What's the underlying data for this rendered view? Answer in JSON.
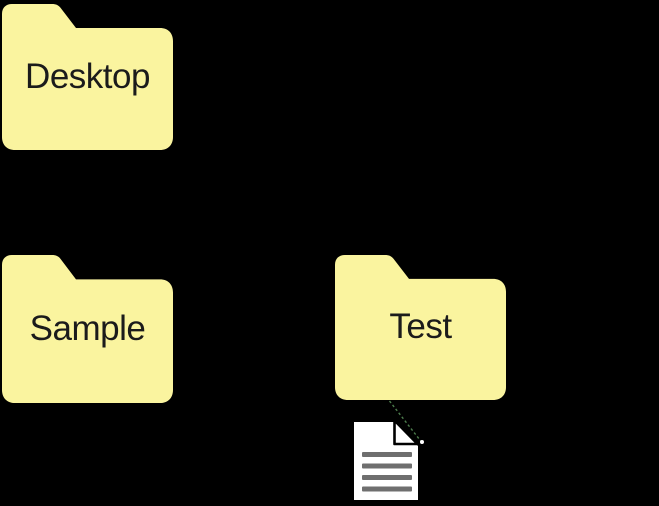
{
  "canvas": {
    "background": "#000000"
  },
  "diagram": {
    "folder_fill": "#FAF49F",
    "label_color": "#1B1B1B",
    "folders": [
      {
        "label": "Desktop"
      },
      {
        "label": "Sample"
      },
      {
        "label": "Test"
      }
    ],
    "document": {
      "page_fill": "#FFFFFF",
      "text_line_color": "#6F6F6F",
      "fold_outline_color": "#000000",
      "fold_fill": "#FFFFFF"
    },
    "connector": {
      "color": "#4D7D4D",
      "end_dot_color": "#FFFFFF"
    }
  }
}
